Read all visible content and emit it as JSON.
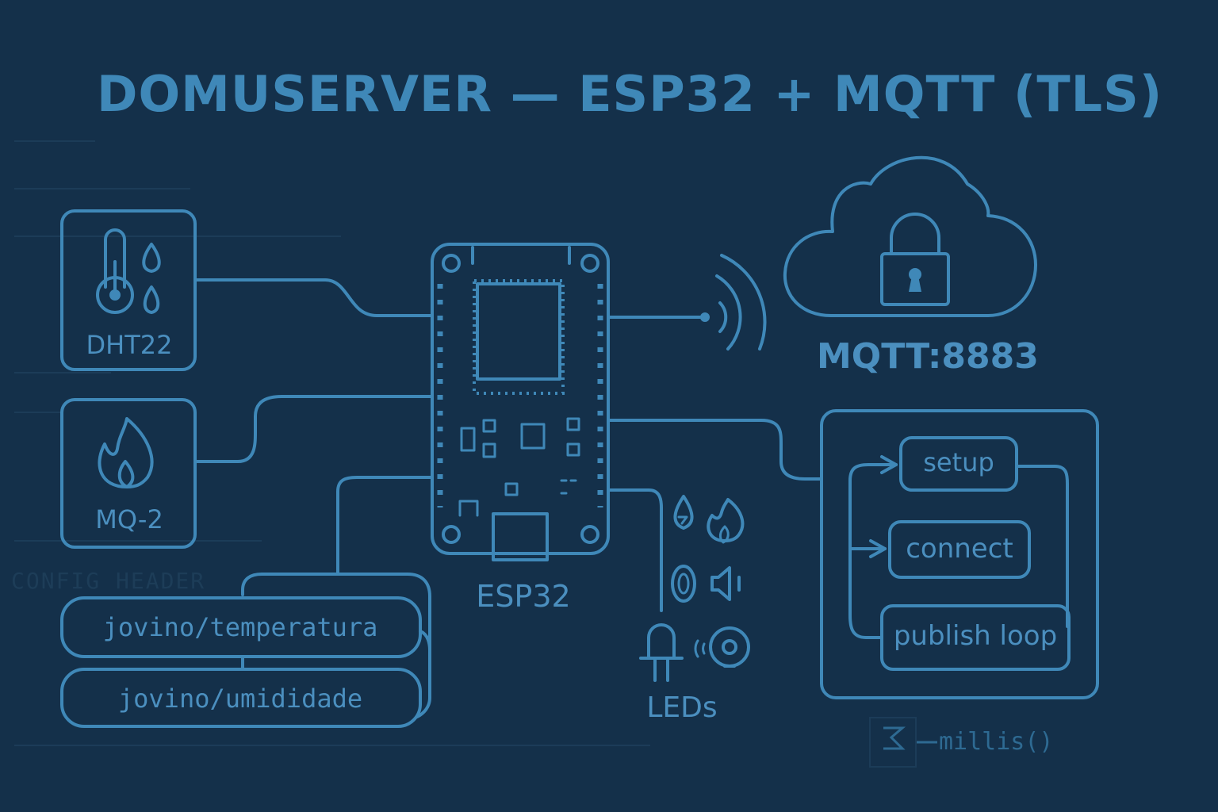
{
  "colors": {
    "background": "#14304a",
    "accent": "#3f88b8"
  },
  "title": "DOMUSERVER — ESP32 + MQTT (TLS)",
  "sensors": [
    {
      "label": "DHT22",
      "icons": [
        "thermometer-icon",
        "water-drops-icon"
      ]
    },
    {
      "label": "MQ-2",
      "icons": [
        "flame-icon"
      ]
    }
  ],
  "board": {
    "label": "ESP32"
  },
  "cloud": {
    "label": "MQTT:8883",
    "icons": [
      "cloud-icon",
      "padlock-icon",
      "wifi-signal-icon"
    ]
  },
  "topics": [
    "jovino/temperatura",
    "jovino/umididade"
  ],
  "outputs": {
    "label": "LEDs",
    "icons": [
      "drop-icon",
      "flame-icon",
      "led-icon",
      "speaker-icon",
      "buzzer-icon"
    ]
  },
  "flow": {
    "steps": [
      "setup",
      "connect",
      "publish loop"
    ]
  },
  "footer": {
    "millis": "millis()"
  },
  "ghost_text": "CONFIG HEADER"
}
